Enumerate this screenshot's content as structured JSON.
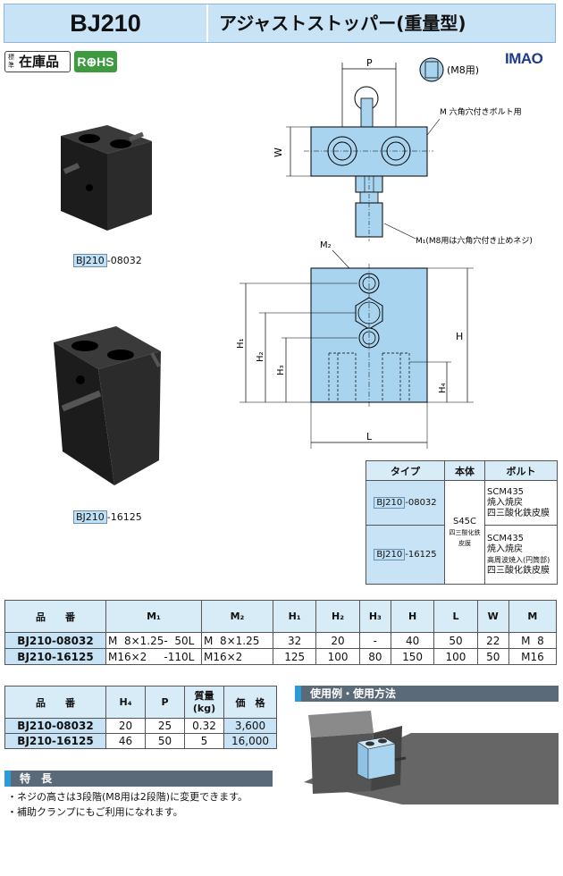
{
  "header": {
    "code": "BJ210",
    "title": "アジャストストッパー(重量型)"
  },
  "badges": {
    "stock_small": "標準",
    "stock_big": "在庫品",
    "rohs": "R⊕HS"
  },
  "logo": "IMAO",
  "products": [
    {
      "prefix": "BJ210",
      "suffix": "-08032"
    },
    {
      "prefix": "BJ210",
      "suffix": "-16125"
    }
  ],
  "diagram": {
    "p": "P",
    "m8_note": "(M8用)",
    "m_note": "M 六角穴付きボルト用",
    "w": "W",
    "m1_note": "M₁(M8用は六角穴付き止めネジ)",
    "m2": "M₂",
    "h1": "H₁",
    "h2": "H₂",
    "h3": "H₃",
    "h": "H",
    "h4": "H₄",
    "l": "L"
  },
  "type_table": {
    "headers": [
      "タイプ",
      "本体",
      "ボルト"
    ],
    "body_material": "S45C",
    "body_finish": "四三酸化鉄皮膜",
    "rows": [
      {
        "prefix": "BJ210",
        "suffix": "-08032",
        "bolt": [
          "SCM435",
          "焼入焼戻",
          "四三酸化鉄皮膜"
        ]
      },
      {
        "prefix": "BJ210",
        "suffix": "-16125",
        "bolt": [
          "SCM435",
          "焼入焼戻",
          "高周波焼入(円筒部)",
          "四三酸化鉄皮膜"
        ]
      }
    ]
  },
  "spec_table_1": {
    "headers": [
      "品　　番",
      "M₁",
      "M₂",
      "H₁",
      "H₂",
      "H₃",
      "H",
      "L",
      "W",
      "M"
    ],
    "rows": [
      [
        "BJ210-08032",
        "M  8×1.25-  50L",
        "M  8×1.25",
        "32",
        "20",
        "-",
        "40",
        "50",
        "22",
        "M  8"
      ],
      [
        "BJ210-16125",
        "M16×2     -110L",
        "M16×2",
        "125",
        "100",
        "80",
        "150",
        "100",
        "50",
        "M16"
      ]
    ]
  },
  "spec_table_2": {
    "headers": [
      "品　　番",
      "H₄",
      "P",
      "質量\n(kg)",
      "価　格"
    ],
    "rows": [
      [
        "BJ210-08032",
        "20",
        "25",
        "0.32",
        "3,600"
      ],
      [
        "BJ210-16125",
        "46",
        "50",
        "5",
        "16,000"
      ]
    ]
  },
  "usage": {
    "title": "使用例・使用方法"
  },
  "features": {
    "title": "特　長",
    "items": [
      "・ネジの高さは3段階(M8用は2段階)に変更できます。",
      "・補助クランプにもご利用になれます。"
    ]
  },
  "colors": {
    "header_bg": "#c9e3f6",
    "part_blue": "#a9d4ef",
    "section_bar": "#5b6a78",
    "section_accent": "#2c9bd8",
    "rohs_green": "#3d9a3f"
  }
}
